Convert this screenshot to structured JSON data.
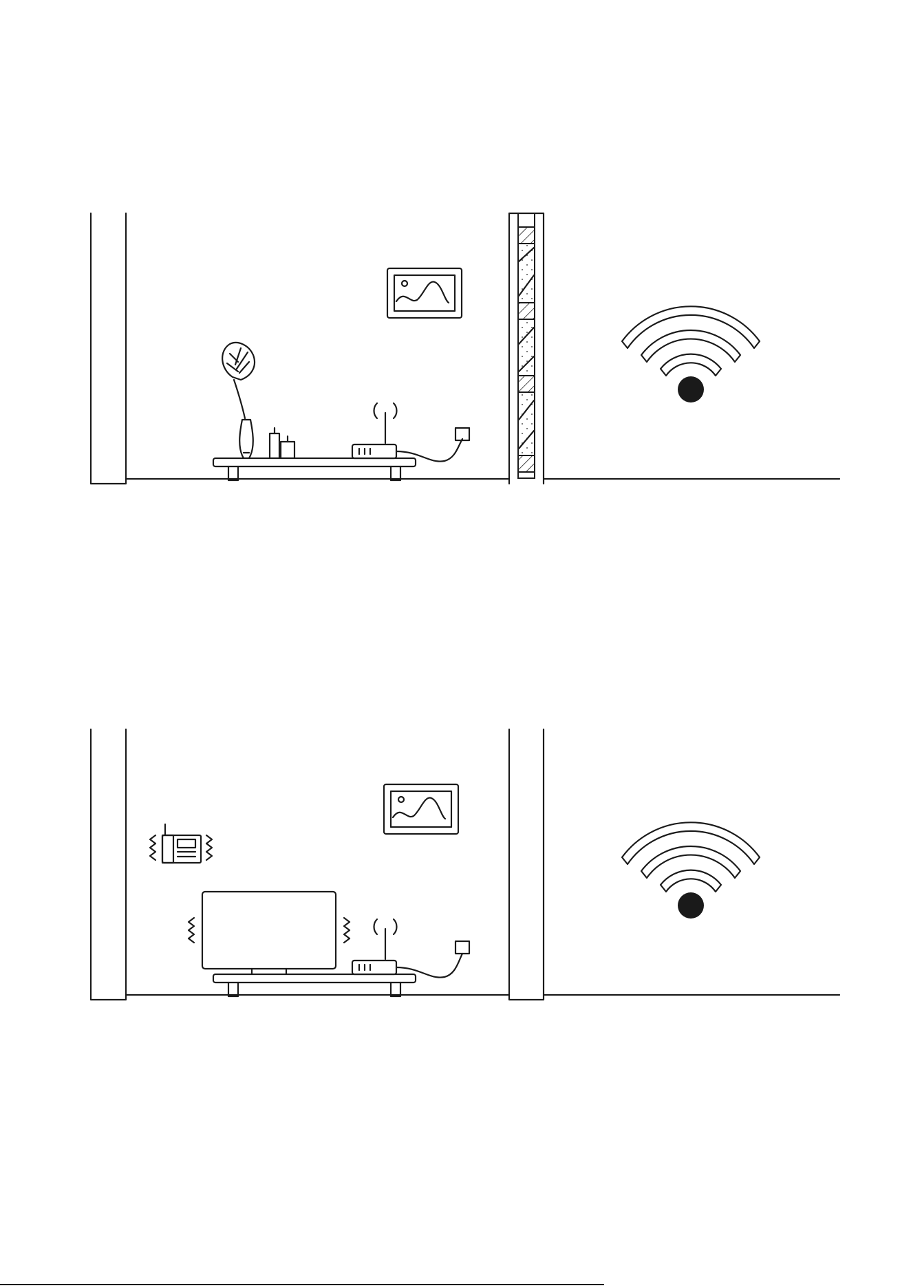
{
  "figure": {
    "panels": [
      {
        "id": "top",
        "obstacle": "thick-wall",
        "wall_material": "brick-insulated"
      },
      {
        "id": "bottom",
        "obstacle": "electronic-interference",
        "interference_sources": [
          "cordless-phone",
          "television"
        ]
      }
    ]
  },
  "colors": {
    "line": "#1a1a1a",
    "background": "#ffffff"
  },
  "icons": [
    "router-icon",
    "wifi-signal-icon",
    "picture-frame-icon",
    "plant-vase-icon",
    "candle-icon",
    "wall-outlet-icon",
    "cordless-phone-icon",
    "television-icon",
    "interference-zigzag-icon",
    "thick-wall-icon"
  ]
}
